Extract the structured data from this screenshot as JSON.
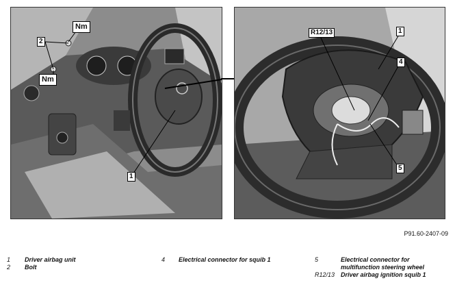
{
  "callouts": {
    "nm_top": "Nm",
    "nm_left": "Nm",
    "left_2": "2",
    "left_1": "1",
    "right_r12": "R12/13",
    "right_1": "1",
    "right_4": "4",
    "right_5": "5"
  },
  "reference_code": "P91.60-2407-09",
  "legend": [
    {
      "num": "1",
      "text": "Driver airbag unit"
    },
    {
      "num": "2",
      "text": "Bolt"
    },
    {
      "num": "4",
      "text": "Electrical connector for squib 1"
    },
    {
      "num": "5",
      "text_line1": "Electrical connector for",
      "text_line2": "multifunction steering wheel"
    },
    {
      "num": "R12/13",
      "text": "Driver airbag ignition squib 1"
    }
  ]
}
